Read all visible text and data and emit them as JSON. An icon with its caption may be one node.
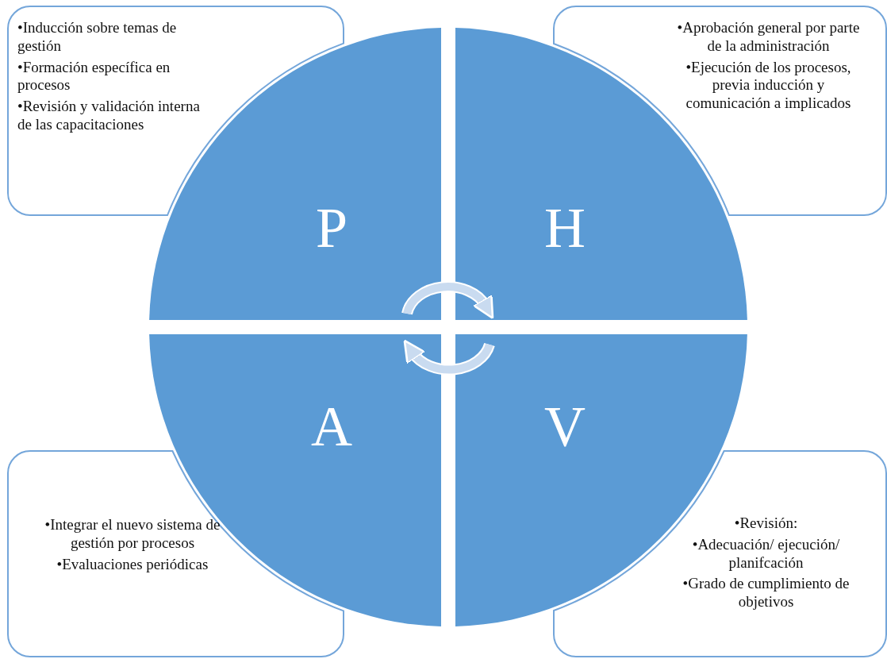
{
  "diagram": {
    "nodes": [
      {
        "text": [
          "•Inducción sobre temas de gestión",
          "•Formación específica en procesos",
          "•Revisión y validación interna de las capacitaciones"
        ]
      },
      {
        "text": [
          "•Aprobación general por parte de la administración",
          "•Ejecución de los procesos, previa inducción y comunicación a implicados"
        ]
      },
      {
        "text": [
          "P"
        ]
      },
      {
        "text": [
          "H"
        ]
      },
      {
        "text": [
          "A"
        ]
      },
      {
        "text": [
          "V"
        ]
      },
      {
        "text": [
          "•Integrar el nuevo sistema de gestión por procesos",
          "•Evaluaciones periódicas"
        ]
      },
      {
        "text": [
          "•Revisión:",
          "•Adecuación/ ejecución/ planifcación",
          "•Grado de cumplimiento de objetivos"
        ]
      }
    ],
    "edges": [
      {
        "from": 2,
        "to": 3,
        "arrow": "to"
      },
      {
        "from": 5,
        "to": 4,
        "arrow": "to"
      }
    ]
  }
}
